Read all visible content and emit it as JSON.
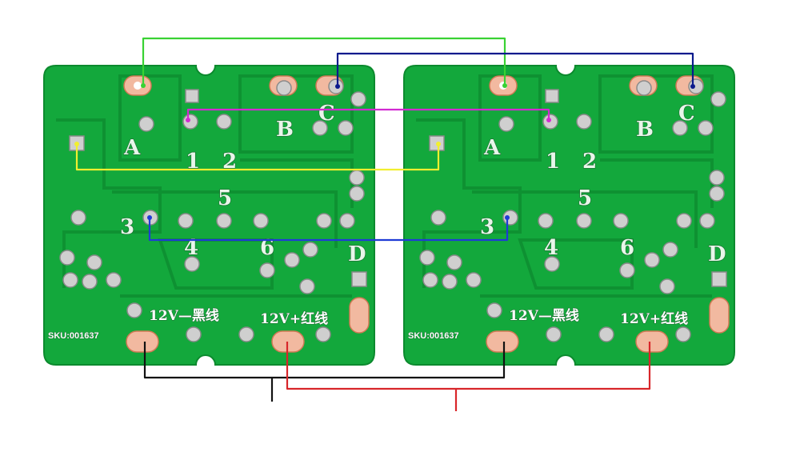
{
  "boards": [
    {
      "id": "left",
      "labels": {
        "A": "A",
        "B": "B",
        "C": "C",
        "D": "D",
        "n1": "1",
        "n2": "2",
        "n3": "3",
        "n4": "4",
        "n5": "5",
        "n6": "6"
      },
      "power_neg": "12V—黑线",
      "power_pos": "12V+红线",
      "sku": "SKU:001637"
    },
    {
      "id": "right",
      "labels": {
        "A": "A",
        "B": "B",
        "C": "C",
        "D": "D",
        "n1": "1",
        "n2": "2",
        "n3": "3",
        "n4": "4",
        "n5": "5",
        "n6": "6"
      },
      "power_neg": "12V—黑线",
      "power_pos": "12V+红线",
      "sku": "SKU:001637"
    }
  ],
  "wire_colors": {
    "pad_a": "#39d233",
    "pad_c": "#0a1a8c",
    "pad_1": "#d22bd2",
    "yellow_square": "#f1ef2f",
    "pad_3": "#1f3bd6",
    "ground": "#111111",
    "positive": "#d8262a"
  },
  "board_color": "#13a83c"
}
